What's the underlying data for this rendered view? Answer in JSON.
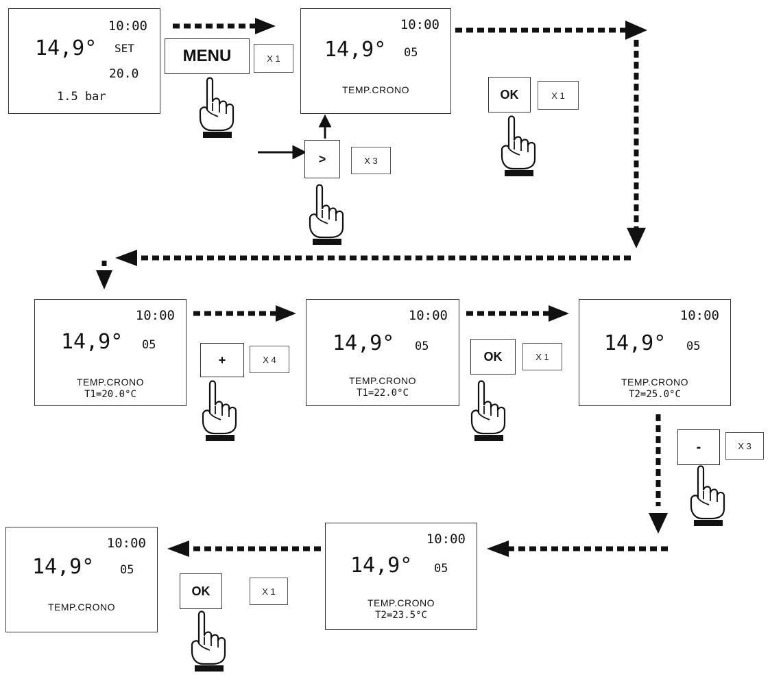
{
  "screens": {
    "s1": {
      "time": "10:00",
      "temp": "14,9°",
      "set_label": "SET",
      "set_value": "20.0",
      "pressure": "1.5 bar"
    },
    "s2": {
      "time": "10:00",
      "temp": "14,9°",
      "prog": "05",
      "mode": "TEMP.CRONO"
    },
    "s3": {
      "time": "10:00",
      "temp": "14,9°",
      "prog": "05",
      "mode": "TEMP.CRONO",
      "value": "T1=20.0°C"
    },
    "s4": {
      "time": "10:00",
      "temp": "14,9°",
      "prog": "05",
      "mode": "TEMP.CRONO",
      "value": "T1=22.0°C"
    },
    "s5": {
      "time": "10:00",
      "temp": "14,9°",
      "prog": "05",
      "mode": "TEMP.CRONO",
      "value": "T2=25.0°C"
    },
    "s6": {
      "time": "10:00",
      "temp": "14,9°",
      "prog": "05",
      "mode": "TEMP.CRONO",
      "value": "T2=23.5°C"
    },
    "s7": {
      "time": "10:00",
      "temp": "14,9°",
      "prog": "05",
      "mode": "TEMP.CRONO"
    }
  },
  "keys": {
    "menu": {
      "label": "MENU",
      "count": "X 1"
    },
    "next": {
      "label": ">",
      "count": "X 3"
    },
    "ok1": {
      "label": "OK",
      "count": "X 1"
    },
    "plus": {
      "label": "+",
      "count": "X 4"
    },
    "ok2": {
      "label": "OK",
      "count": "X 1"
    },
    "minus": {
      "label": "-",
      "count": "X 3"
    },
    "ok3": {
      "label": "OK",
      "count": "X 1"
    }
  },
  "icons": {
    "press": "pointing-hand-icon",
    "arrow": "arrow-icon"
  },
  "colors": {
    "ink": "#111111",
    "paper": "#ffffff"
  }
}
